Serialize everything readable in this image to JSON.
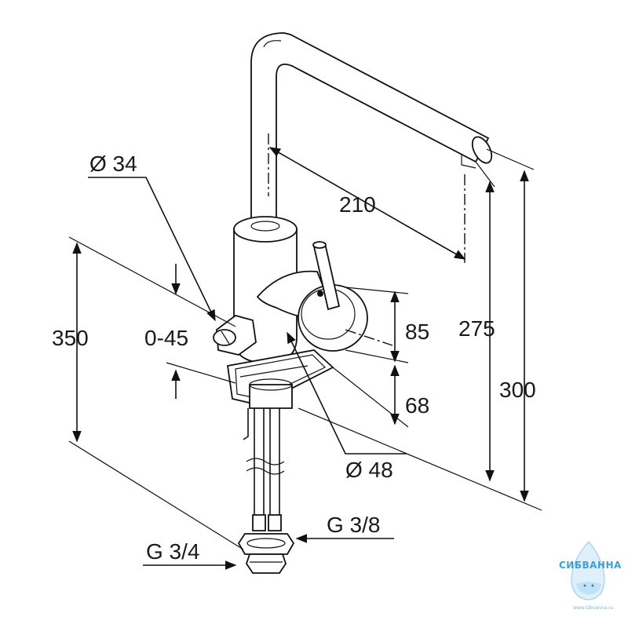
{
  "dimensions": {
    "diameter_top": "Ø 34",
    "reach": "210",
    "height_total_left": "350",
    "rotation": "0-45",
    "dim_85": "85",
    "dim_68": "68",
    "dim_275": "275",
    "dim_300": "300",
    "diameter_base": "Ø 48",
    "thread_small": "G 3/8",
    "thread_large": "G 3/4"
  },
  "watermark": {
    "brand": "СИБВАННА",
    "url": "www.sibvanna.ru"
  }
}
